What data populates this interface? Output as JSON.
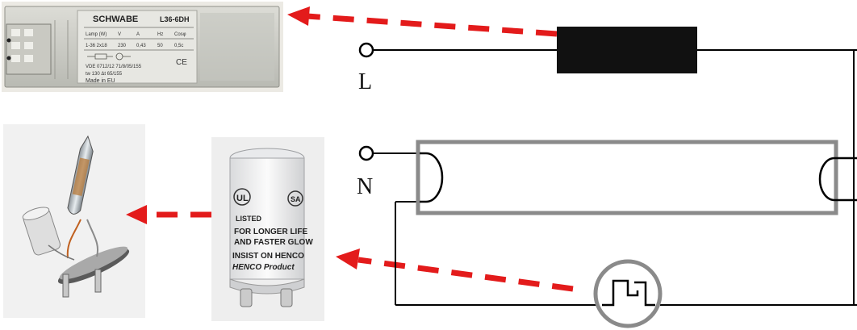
{
  "terminals": {
    "line": "L",
    "neutral": "N"
  },
  "ballast_photo": {
    "brand": "SCHWABE",
    "model": "L36-6DH",
    "rating_row": [
      "Lamp (W)",
      "V",
      "A",
      "Hz",
      "Cosφ"
    ],
    "rating_values": [
      "1-36 2x18",
      "230",
      "0,43",
      "50",
      "0,5c"
    ],
    "cert_line": "VDE 0712/12 71/8/05/155",
    "temp_line": "tw 130 Δt 65/155",
    "origin": "Made in EU"
  },
  "starter_photo": {
    "lines": [
      "LISTED",
      "FOR LONGER LIFE",
      "AND FASTER GLOW",
      "INSIST ON HENCO",
      "HENCO Product"
    ]
  },
  "colors": {
    "wire": "#000000",
    "tube": "#8a8a8a",
    "arrow": "#e31b1b",
    "ballast_fill": "#111111"
  }
}
